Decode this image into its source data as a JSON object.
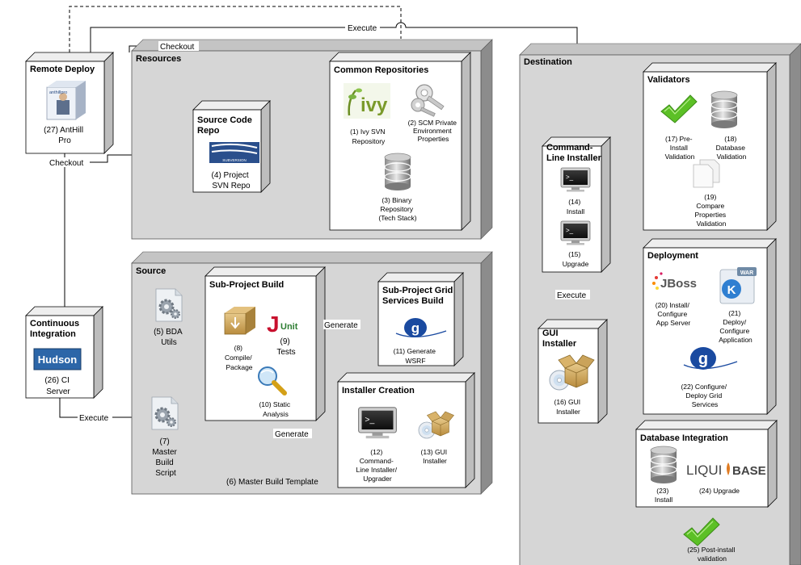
{
  "colors": {
    "group_fill": "#d6d6d6",
    "group_shadow": "#9a9a9a",
    "node_fill": "#ffffff",
    "node_shadow": "#e6e6e6",
    "line": "#000000",
    "check_green": "#5cc026",
    "hudson_blue": "#2c66a8",
    "globus_blue": "#1a4aa0",
    "jboss_red": "#d32f2f",
    "junit_red": "#c8102e",
    "junit_green": "#2d7d32"
  },
  "edges": {
    "execute_top": "Execute",
    "checkout_top": "Checkout",
    "checkout_left": "Checkout",
    "execute_left": "Execute",
    "execute_gui": "Execute",
    "generate_grid": "Generate",
    "generate_installer": "Generate",
    "master_template": "(6) Master Build Template"
  },
  "groups": {
    "resources": "Resources",
    "source": "Source",
    "destination": "Destination"
  },
  "nodes": {
    "remote_deploy": {
      "title": "Remote Deploy",
      "icon_label": "anthillpro",
      "caption": [
        "(27) AntHill",
        "Pro"
      ]
    },
    "ci": {
      "title": [
        "Continuous",
        "Integration"
      ],
      "icon_label": "Hudson",
      "caption": [
        "(26) CI",
        "Server"
      ]
    },
    "scr": {
      "title": [
        "Source Code",
        "Repo"
      ],
      "icon_label": "SUBVERSION",
      "caption": [
        "(4) Project",
        "SVN Repo"
      ]
    },
    "common_repos": {
      "title": "Common Repositories",
      "ivy_label": "ivy",
      "ivy_caption": [
        "(1) Ivy SVN",
        "Repository"
      ],
      "keys_caption": [
        "(2) SCM Private",
        "Environment",
        "Properties"
      ],
      "binary_caption": [
        "(3) Binary",
        "Repository",
        "(Tech Stack)"
      ]
    },
    "bda": {
      "caption": [
        "(5) BDA",
        "Utils"
      ]
    },
    "master_build": {
      "caption": [
        "(7)",
        "Master",
        "Build",
        "Script"
      ]
    },
    "subproject": {
      "title": "Sub-Project Build",
      "junit_j": "J",
      "junit_u": "Unit",
      "compile_caption": [
        "(8)",
        "Compile/",
        "Package"
      ],
      "tests_caption": [
        "(9)",
        "Tests"
      ],
      "static_caption": [
        "(10) Static",
        "Analysis"
      ]
    },
    "grid": {
      "title": [
        "Sub-Project Grid",
        "Services Build"
      ],
      "globus_glyph": "g",
      "caption": [
        "(11) Generate",
        "WSRF"
      ]
    },
    "installer": {
      "title": "Installer Creation",
      "cli_caption": [
        "(12)",
        "Command-",
        "Line Installer/",
        "Upgrader"
      ],
      "gui_caption": [
        "(13) GUI",
        "Installer"
      ]
    },
    "cli": {
      "title": [
        "Command-",
        "Line Installer"
      ],
      "install_caption": [
        "(14)",
        "Install"
      ],
      "upgrade_caption": [
        "(15)",
        "Upgrade"
      ]
    },
    "gui": {
      "title": [
        "GUI",
        "Installer"
      ],
      "caption": [
        "(16) GUI",
        "Installer"
      ]
    },
    "validators": {
      "title": "Validators",
      "pre_caption": [
        "(17) Pre-",
        "Install",
        "Validation"
      ],
      "db_caption": [
        "(18)",
        "Database",
        "Validation"
      ],
      "compare_caption": [
        "(19)",
        "Compare",
        "Properties",
        "Validation"
      ]
    },
    "deployment": {
      "title": "Deployment",
      "jboss_label": "JBoss",
      "war_label": "WAR",
      "k_glyph": "K",
      "globus_glyph": "g",
      "app_caption": [
        "(20) Install/",
        "Configure",
        "App Server"
      ],
      "deploy_caption": [
        "(21)",
        "Deploy/",
        "Configure",
        "Application"
      ],
      "grid_caption": [
        "(22) Configure/",
        "Deploy Grid",
        "Services"
      ]
    },
    "dbint": {
      "title": "Database Integration",
      "liqui_label": "LIQUI",
      "base_label": "BASE",
      "install_caption": [
        "(23)",
        "Install"
      ],
      "upgrade_caption": "(24) Upgrade"
    },
    "postinstall": {
      "caption": [
        "(25) Post-install",
        "validation"
      ]
    }
  }
}
